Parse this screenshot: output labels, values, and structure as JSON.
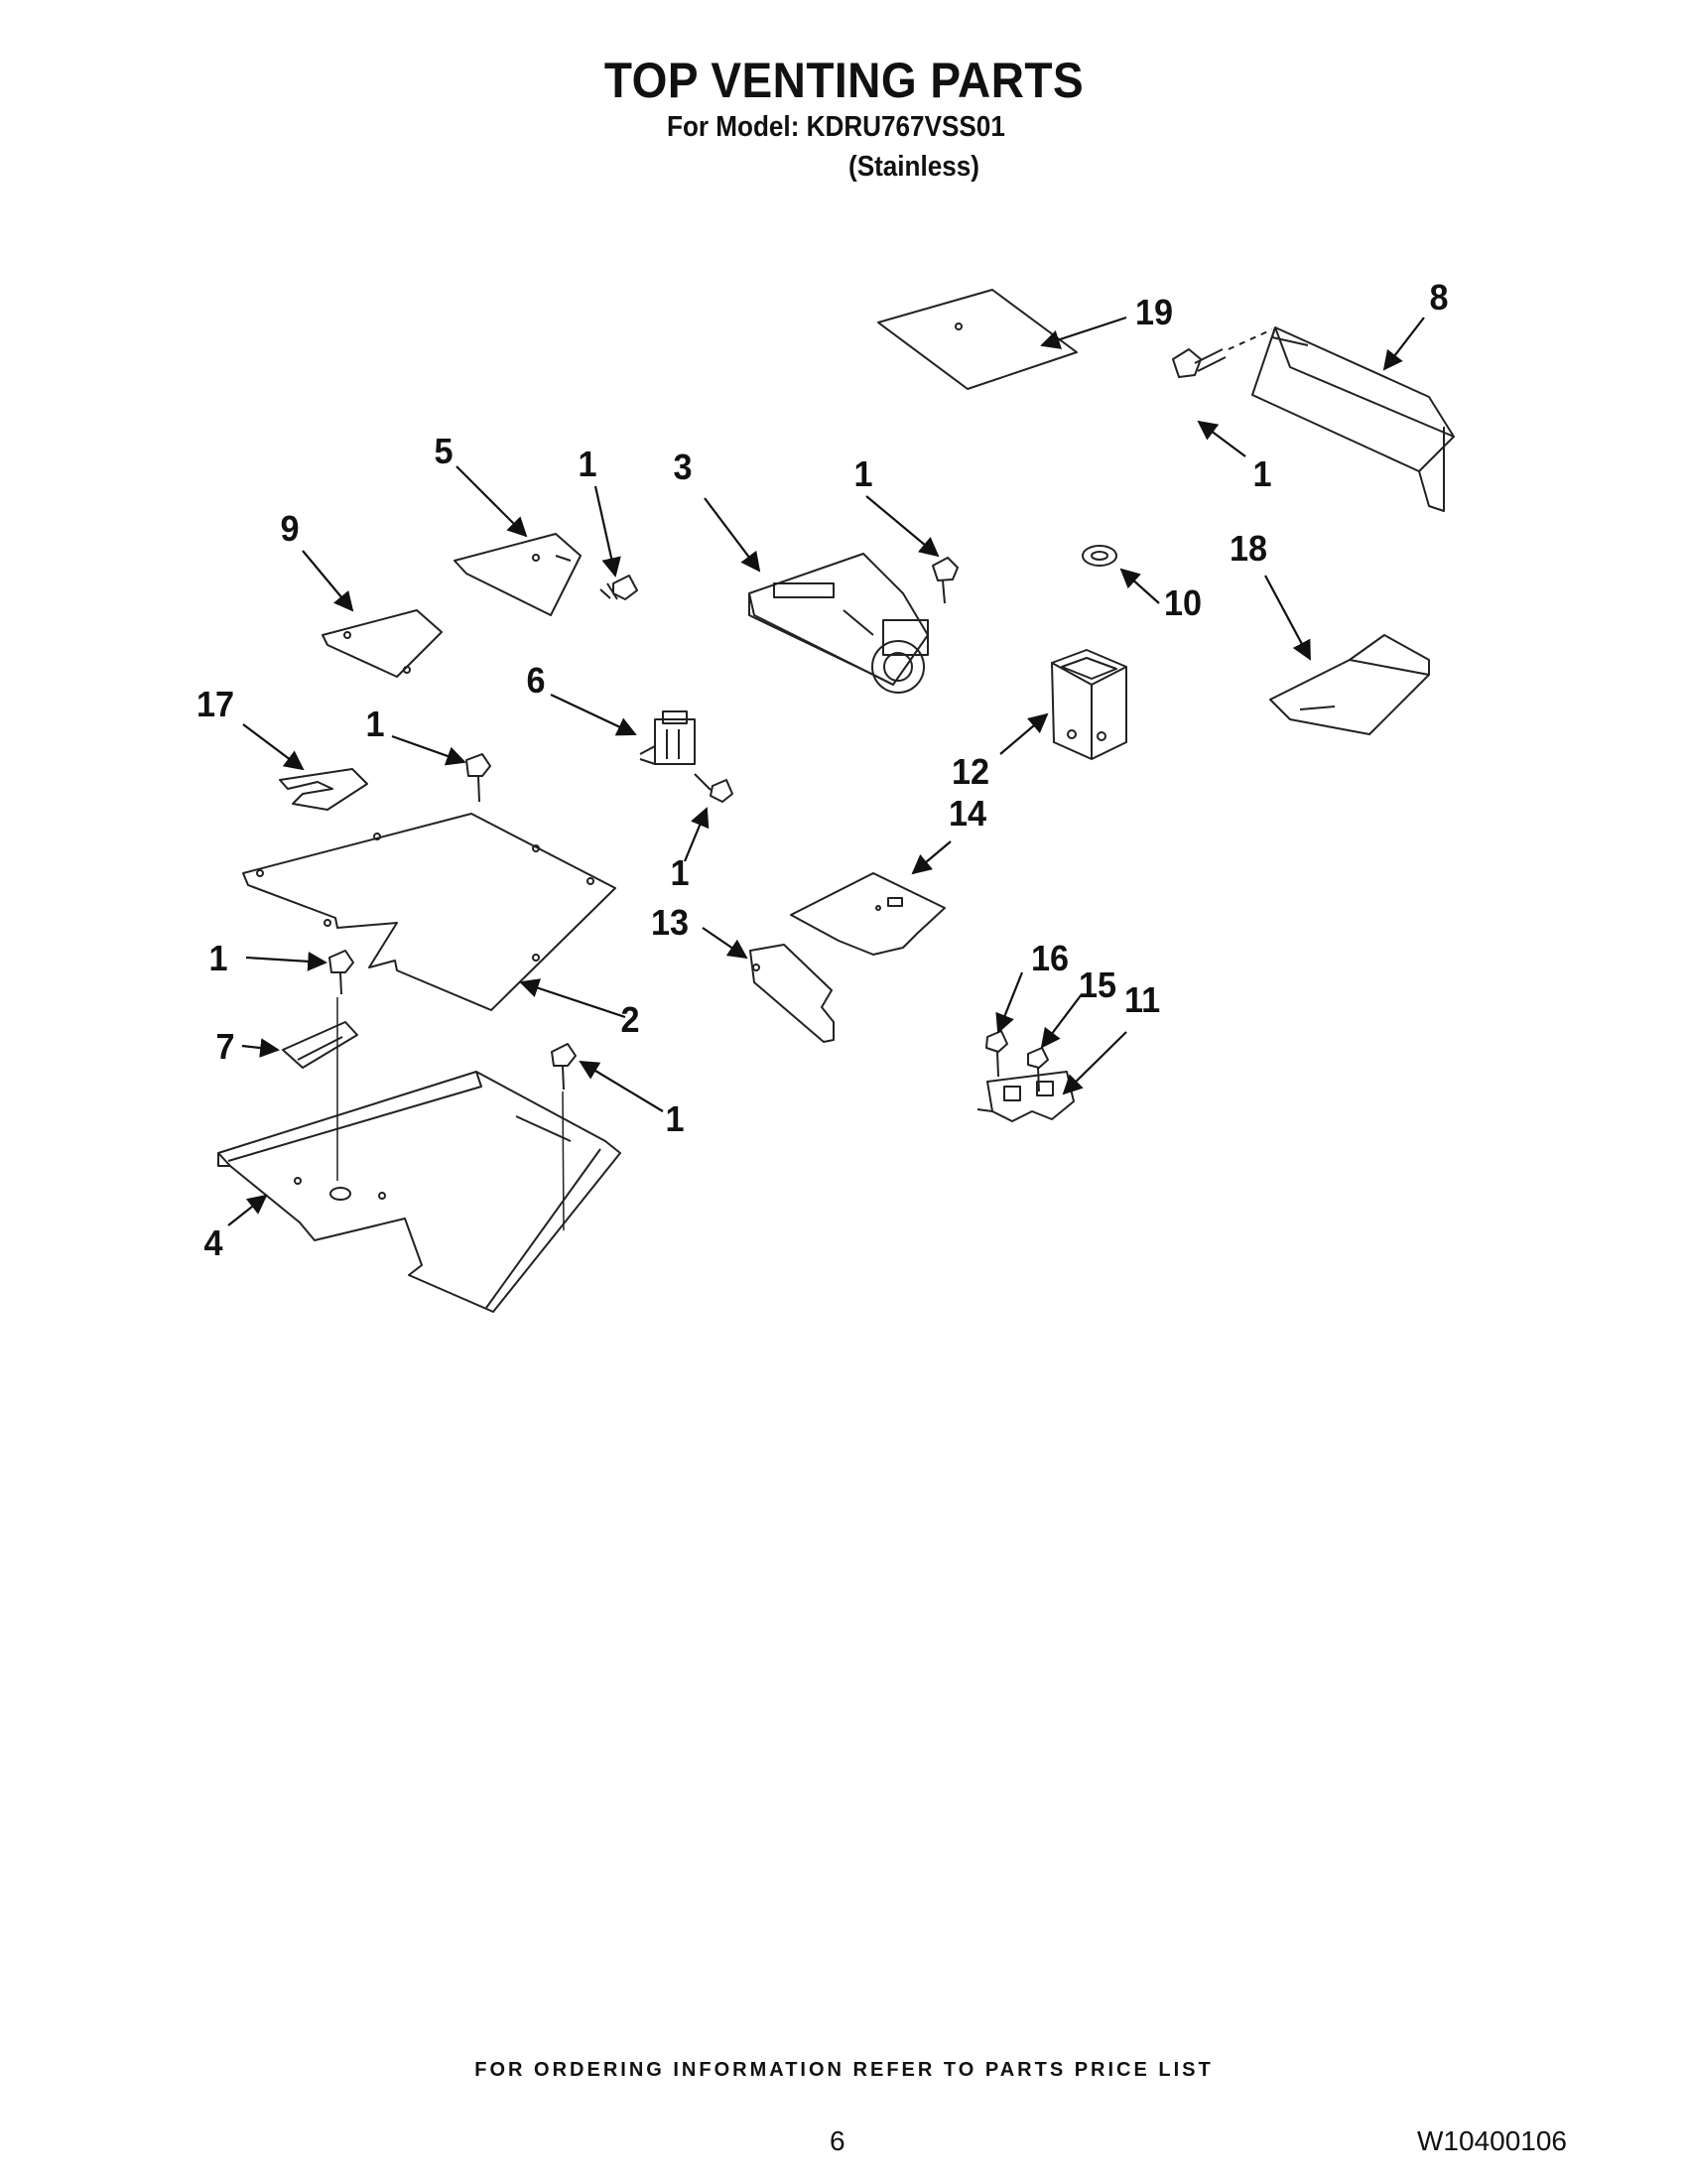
{
  "header": {
    "title": "TOP VENTING PARTS",
    "model_line": "For Model: KDRU767VSS01",
    "finish_line": "(Stainless)"
  },
  "callouts": [
    {
      "id": "c19",
      "label": "19"
    },
    {
      "id": "c8",
      "label": "8"
    },
    {
      "id": "c1a",
      "label": "1"
    },
    {
      "id": "c5",
      "label": "5"
    },
    {
      "id": "c1b",
      "label": "1"
    },
    {
      "id": "c3",
      "label": "3"
    },
    {
      "id": "c1c",
      "label": "1"
    },
    {
      "id": "c9",
      "label": "9"
    },
    {
      "id": "c10",
      "label": "10"
    },
    {
      "id": "c18",
      "label": "18"
    },
    {
      "id": "c6",
      "label": "6"
    },
    {
      "id": "c17",
      "label": "17"
    },
    {
      "id": "c1d",
      "label": "1"
    },
    {
      "id": "c12",
      "label": "12"
    },
    {
      "id": "c14",
      "label": "14"
    },
    {
      "id": "c1e",
      "label": "1"
    },
    {
      "id": "c13",
      "label": "13"
    },
    {
      "id": "c1f",
      "label": "1"
    },
    {
      "id": "c16",
      "label": "16"
    },
    {
      "id": "c15",
      "label": "15"
    },
    {
      "id": "c11",
      "label": "11"
    },
    {
      "id": "c2",
      "label": "2"
    },
    {
      "id": "c7",
      "label": "7"
    },
    {
      "id": "c1g",
      "label": "1"
    },
    {
      "id": "c4",
      "label": "4"
    }
  ],
  "footer": {
    "ordering_note": "FOR ORDERING INFORMATION REFER TO PARTS PRICE LIST",
    "page_number": "6",
    "document_number": "W10400106"
  }
}
